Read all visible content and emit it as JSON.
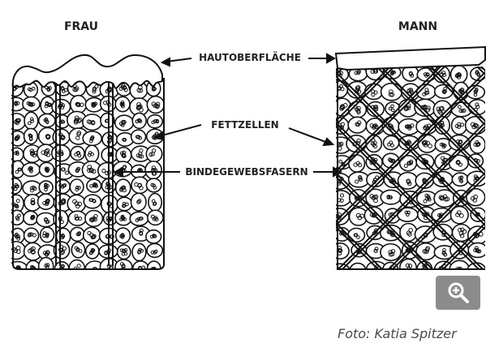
{
  "figure": {
    "left_title": "FRAU",
    "right_title": "MANN",
    "labels": {
      "skin_surface": "HAUTOBERFLÄCHE",
      "fat_cells": "FETTZELLEN",
      "connective_fibers": "BINDEGEWEBSFASERN"
    }
  },
  "zoom": {
    "icon": "magnifier-plus-icon",
    "color": "#8c8c8c"
  },
  "credit": "Foto: Katia Spitzer"
}
